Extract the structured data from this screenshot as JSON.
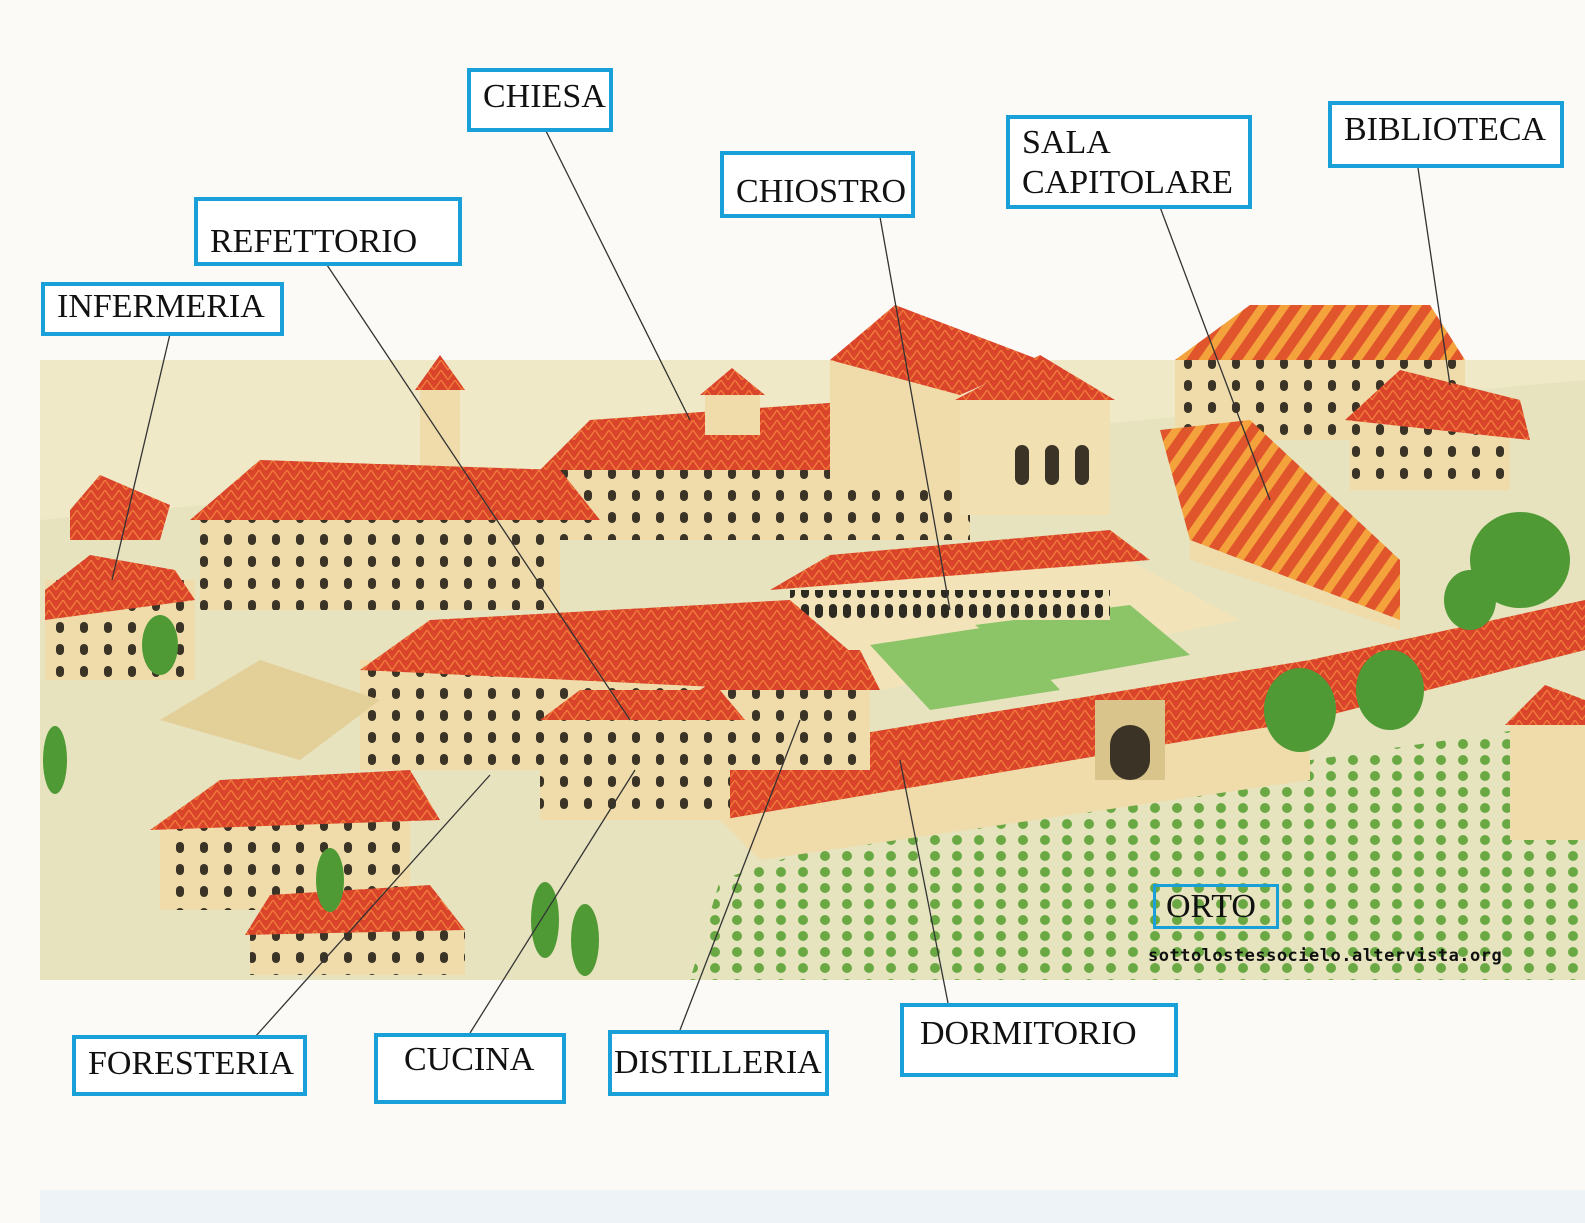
{
  "labels": {
    "chiesa": "CHIESA",
    "refettorio": "REFETTORIO",
    "infermeria": "INFERMERIA",
    "chiostro": "CHIOSTRO",
    "sala_capitolare_line1": "SALA",
    "sala_capitolare_line2": "CAPITOLARE",
    "biblioteca": "BIBLIOTECA",
    "orto": "ORTO",
    "dormitorio": "DORMITORIO",
    "distilleria": "DISTILLERIA",
    "cucina": "CUCINA",
    "foresteria": "FORESTERIA"
  },
  "watermark": "sottolostessocielo.altervista.org",
  "colors": {
    "label_border": "#1aa0d8",
    "roof": "#d9442a",
    "wall": "#efdcaa",
    "grass": "#8cc468",
    "tree": "#4f9a35"
  }
}
